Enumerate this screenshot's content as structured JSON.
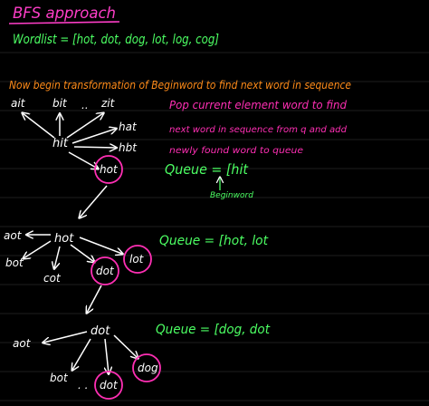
{
  "colors": {
    "background": "#000000",
    "rule_lines": "#1e1e1e",
    "title": "#ff3ec8",
    "wordlist": "#4cff63",
    "instruction": "#ff8c1a",
    "note": "#ff2fb4",
    "queue": "#4cff63",
    "chalk": "#ffffff",
    "highlight_circle": "#ff2fb4"
  },
  "title": "BFS approach",
  "wordlist": "Wordlist = [hot, dot, dog, lot, log, cog]",
  "instruction": "Now begin transformation of Beginword to find next word in sequence",
  "note": {
    "line1": "Pop current element word to find",
    "line2": "next word in sequence from q and add",
    "line3": "newly found word to queue"
  },
  "queues": {
    "q1": "Queue = [hit",
    "q1_arrow_label": "Beginword",
    "q2": "Queue = [hot, lot",
    "q3": "Queue = [dog, dot"
  },
  "tree1": {
    "center": "hit",
    "neighbors": [
      "ait",
      "bit",
      "zit",
      "hat",
      "hbt"
    ],
    "dots": "..",
    "found": "hot"
  },
  "tree2": {
    "center": "hot",
    "neighbors": [
      "aot",
      "bot",
      "cot"
    ],
    "found": [
      "dot",
      "lot"
    ]
  },
  "tree3": {
    "center": "dot",
    "neighbors": [
      "aot",
      "bot"
    ],
    "dots": ". .",
    "found": [
      "dot",
      "dog"
    ]
  }
}
